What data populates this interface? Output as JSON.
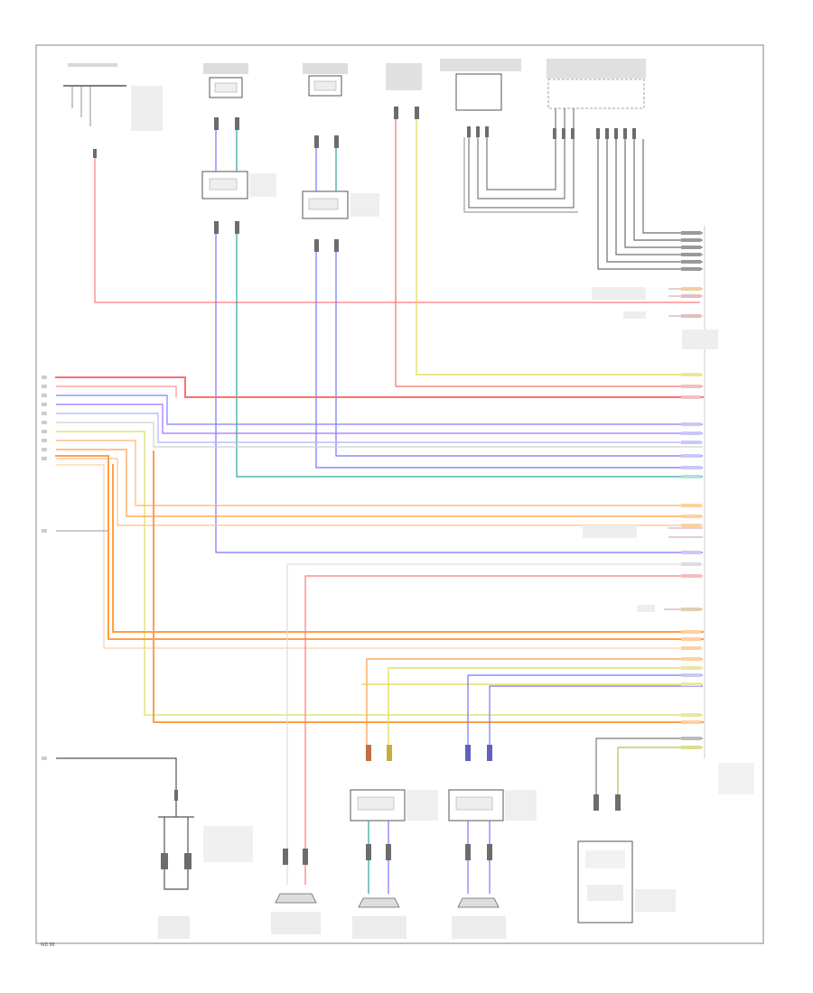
{
  "footer": {
    "code": "WD 88"
  },
  "colors": {
    "red": "#ff6a6a",
    "pink": "#ffb0b0",
    "blue": "#7474ff",
    "teal": "#2aa79a",
    "yellow": "#e6e05a",
    "orange": "#ffa046",
    "gray": "#7a7a7a",
    "light_gray": "#bdbdbd",
    "olive": "#b8bc55",
    "violet": "#b37bff"
  },
  "icons": [
    "ground-symbol",
    "switch-symbol",
    "speaker-symbol",
    "connector-block"
  ]
}
